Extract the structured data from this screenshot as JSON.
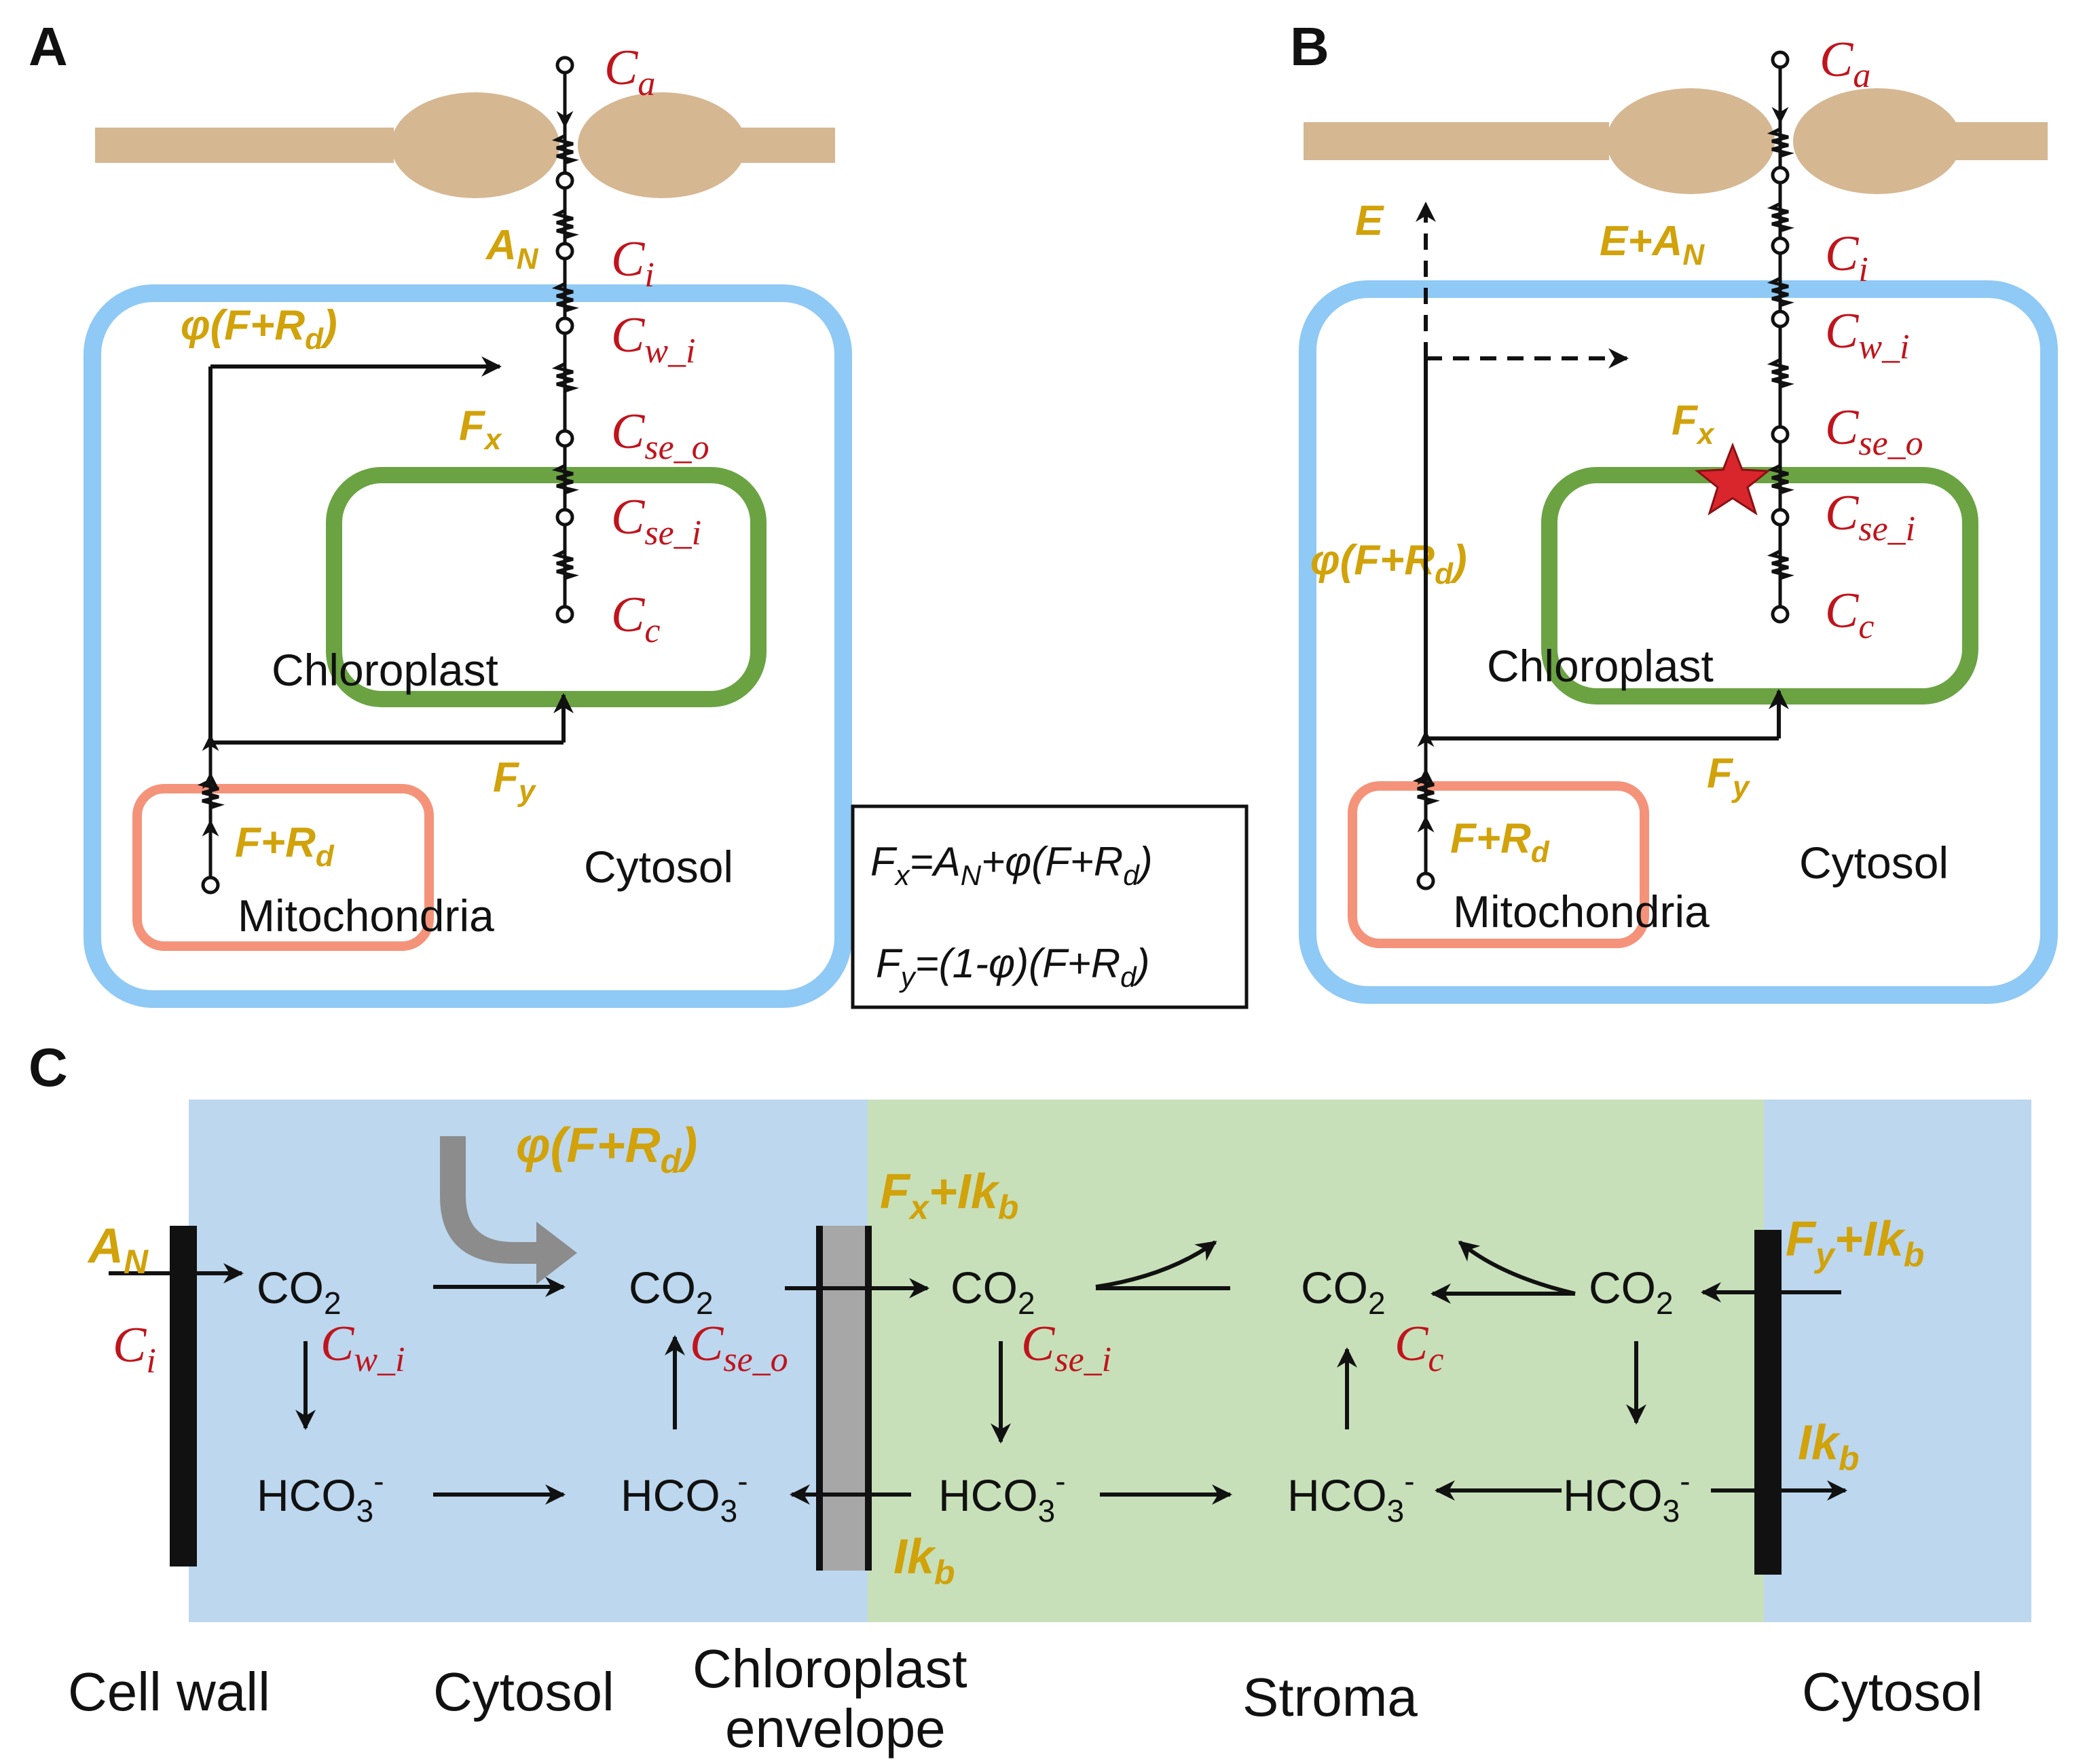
{
  "panels": {
    "a": "A",
    "b": "B",
    "c": "C"
  },
  "concentrations": {
    "ca": {
      "base": "C",
      "sub": "a"
    },
    "ci": {
      "base": "C",
      "sub": "i"
    },
    "cwi": {
      "base": "C",
      "sub": "w_i"
    },
    "cseo": {
      "base": "C",
      "sub": "se_o"
    },
    "csei": {
      "base": "C",
      "sub": "se_i"
    },
    "cc": {
      "base": "C",
      "sub": "c"
    }
  },
  "fluxes": {
    "an": {
      "base": "A",
      "sub": "N"
    },
    "e": "E",
    "e_an": {
      "base": "E+A",
      "sub": "N"
    },
    "phi_open": "φ(F+R",
    "phi_sub": "d",
    "phi_close": ")",
    "fx": {
      "base": "F",
      "sub": "x"
    },
    "fy": {
      "base": "F",
      "sub": "y"
    },
    "frd": {
      "base": "F+R",
      "sub": "d"
    },
    "fx_ikb": {
      "base": "F",
      "sub": "x",
      "tail": "+Ik",
      "sub2": "b"
    },
    "fy_ikb": {
      "base": "F",
      "sub": "y",
      "tail": "+Ik",
      "sub2": "b"
    },
    "ikb": {
      "base": "Ik",
      "sub": "b"
    }
  },
  "organelles": {
    "chloroplast": "Chloroplast",
    "mitochondria": "Mitochondria",
    "cytosol": "Cytosol"
  },
  "equations": {
    "fx": {
      "l1": "F",
      "s1": "x",
      "l2": "=A",
      "s2": "N",
      "l3": "+φ(F+R",
      "s3": "d",
      "l4": ")"
    },
    "fy": {
      "l1": "F",
      "s1": "y",
      "l2": "=(1-φ)(F+R",
      "s2": "d",
      "l3": ")"
    }
  },
  "chemistry": {
    "co2": {
      "base": "CO",
      "sub": "2"
    },
    "hco3": {
      "base": "HCO",
      "sub": "3",
      "sup": "-"
    }
  },
  "regions": {
    "cell_wall": "Cell wall",
    "cytosol": "Cytosol",
    "envelope_l1": "Chloroplast",
    "envelope_l2": "envelope",
    "stroma": "Stroma",
    "cytosol2": "Cytosol"
  },
  "colors": {
    "cell": "#8fc9f5",
    "chloroplast": "#6ba343",
    "mitochondria": "#f4937a",
    "wall": "#d5b792",
    "flux": "#d1a20a",
    "conc": "#c0141c",
    "cytosol_bg": "#bcd7ee",
    "stroma_bg": "#c7e0b9"
  }
}
